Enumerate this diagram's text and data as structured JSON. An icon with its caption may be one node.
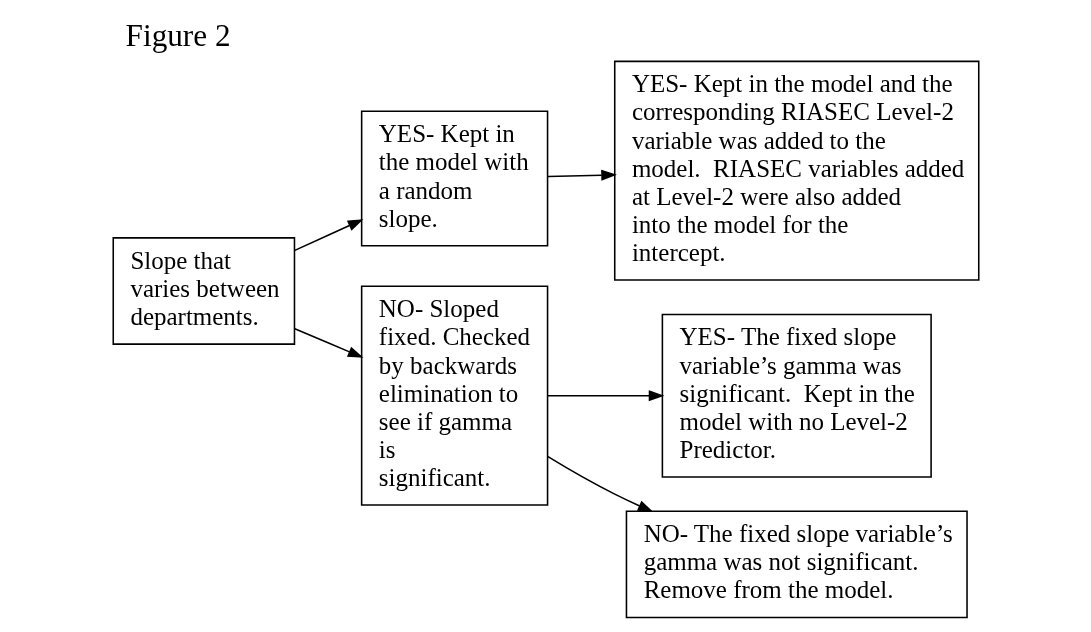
{
  "diagram": {
    "title": "Figure 2",
    "nodes": [
      {
        "text": [
          "Slope that varies between departments."
        ]
      },
      {
        "text": [
          "YES- Kept in the model with a random slope."
        ]
      },
      {
        "text": [
          "NO- Sloped fixed. Checked by backwards elimination to see if gamma is significant."
        ]
      },
      {
        "text": [
          "YES- Kept in the model and the corresponding RIASEC Level-2 variable was added to the model.  RIASEC variables added at Level-2 were also added into the model for the intercept."
        ]
      },
      {
        "text": [
          "YES- The fixed slope variable’s gamma was significant.  Kept in the model with no Level-2 Predictor."
        ]
      },
      {
        "text": [
          "NO- The fixed slope variable’s gamma was not significant. Remove from the model."
        ]
      }
    ],
    "edges": [
      {
        "from": 0,
        "to": 1,
        "arrow": "to"
      },
      {
        "from": 0,
        "to": 2,
        "arrow": "to"
      },
      {
        "from": 1,
        "to": 3,
        "arrow": "to"
      },
      {
        "from": 2,
        "to": 4,
        "arrow": "to"
      },
      {
        "from": 2,
        "to": 5,
        "arrow": "to"
      }
    ]
  }
}
